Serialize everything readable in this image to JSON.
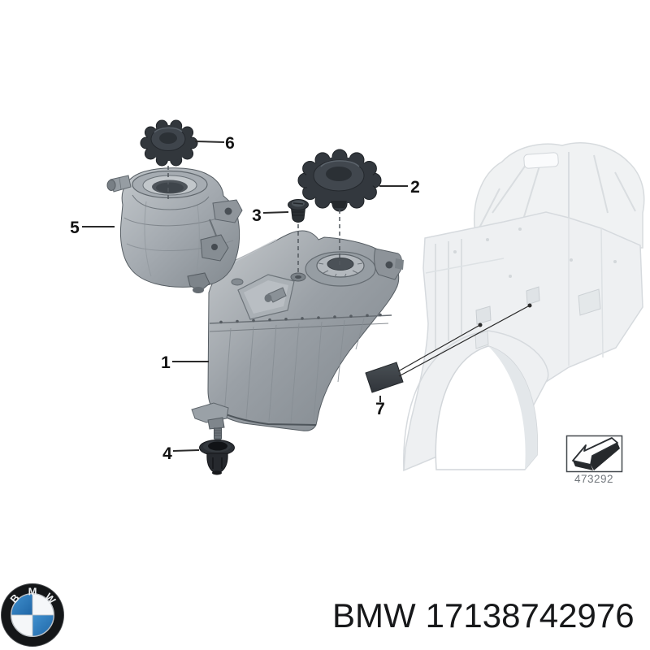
{
  "page": {
    "background_color": "#ffffff"
  },
  "diagram": {
    "callouts": [
      {
        "label": "1"
      },
      {
        "label": "2"
      },
      {
        "label": "3"
      },
      {
        "label": "4"
      },
      {
        "label": "5"
      },
      {
        "label": "6"
      },
      {
        "label": "7"
      }
    ]
  },
  "reference_box": {
    "icon": "installation-direction-arrow-icon",
    "code": "473292"
  },
  "footer": {
    "logo_icon": "bmw-roundel-logo",
    "logo_letters": [
      "B",
      "M",
      "W"
    ],
    "brand": "BMW",
    "part_number": "17138742976"
  },
  "colors": {
    "bmw_blue": "#2f7dbe",
    "dark_part": "#32373c",
    "mid_gray_part": "#9fa5ab",
    "light_body": "#eef0f2",
    "callout_text": "#131313",
    "ref_code_text": "#73787d"
  }
}
